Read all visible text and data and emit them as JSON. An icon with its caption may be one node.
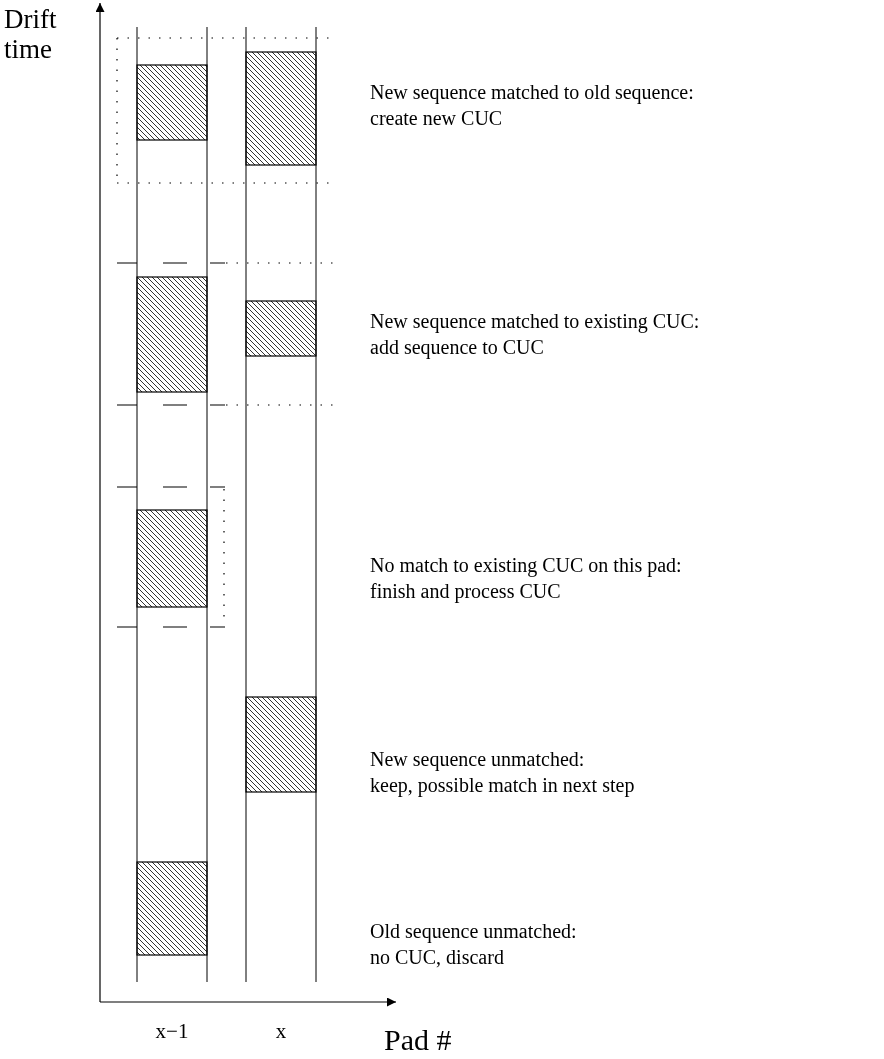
{
  "diagram": {
    "labels": [
      "Drift time",
      "New sequence matched to old sequence: create new CUC",
      "New sequence matched to existing CUC: add sequence to CUC",
      "No match to existing CUC on this pad: finish and process CUC",
      "New sequence unmatched: keep, possible match in next step",
      "Old sequence unmatched: no CUC, discard",
      "x−1",
      "x",
      "Pad #"
    ]
  }
}
